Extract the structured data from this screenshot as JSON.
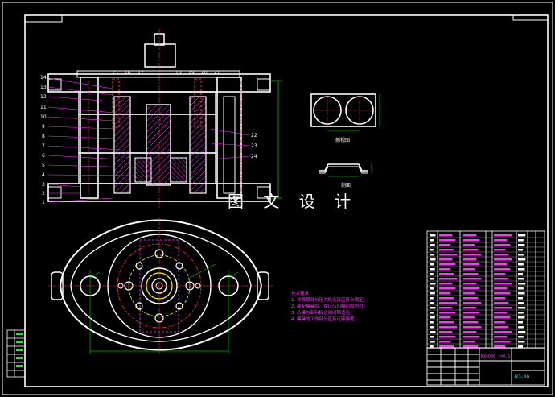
{
  "watermark": "图 文 设 计",
  "view_labels": {
    "side_view": "侧视图",
    "bottom_view": "剖面"
  },
  "part_numbers_left": [
    "14",
    "13",
    "12",
    "11",
    "10",
    "9",
    "8",
    "7",
    "6",
    "5",
    "4",
    "3",
    "2",
    "1"
  ],
  "part_numbers_top": [
    "15",
    "16",
    "17",
    "18",
    "19",
    "20",
    "21"
  ],
  "part_numbers_right": [
    "22",
    "23",
    "24"
  ],
  "tech_notes": {
    "title": "技术要求",
    "items": [
      "1. 冲裁模具与压力机连接应符合规定；",
      "2. 装配模具后，保证凸凹模间隙均匀；",
      "3. 凸模与卸料板之间间隙适当；",
      "4. 模具的工作部分应有足够强度。"
    ]
  },
  "title_block": {
    "spec": "RX5000  t=0.5",
    "drawing_no": "WJ-00"
  },
  "colors": {
    "frame": "#ffffff",
    "part": "#ffffff",
    "hatch": "#ff33ff",
    "leader": "#ff33ff",
    "center": "#ff3333",
    "cyan": "#00ffff",
    "yellow": "#ffff00",
    "green": "#00ff00"
  }
}
